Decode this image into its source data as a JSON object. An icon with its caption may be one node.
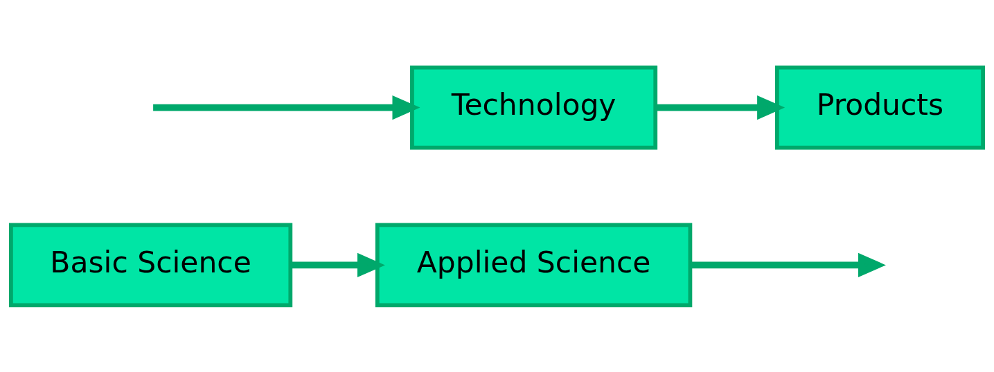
{
  "diagram": {
    "nodes": [
      {
        "text": [
          "Basic Science"
        ]
      },
      {
        "text": [
          "Applied Science"
        ]
      },
      {
        "text": [
          "Technology"
        ]
      },
      {
        "text": [
          "Products"
        ]
      }
    ],
    "edges": [
      {
        "from": 0,
        "to": 1,
        "arrow": "to"
      },
      {
        "from": 1,
        "to": null,
        "arrow": "to"
      },
      {
        "from": null,
        "to": 2,
        "arrow": "to"
      },
      {
        "from": 2,
        "to": 3,
        "arrow": "to"
      }
    ]
  }
}
